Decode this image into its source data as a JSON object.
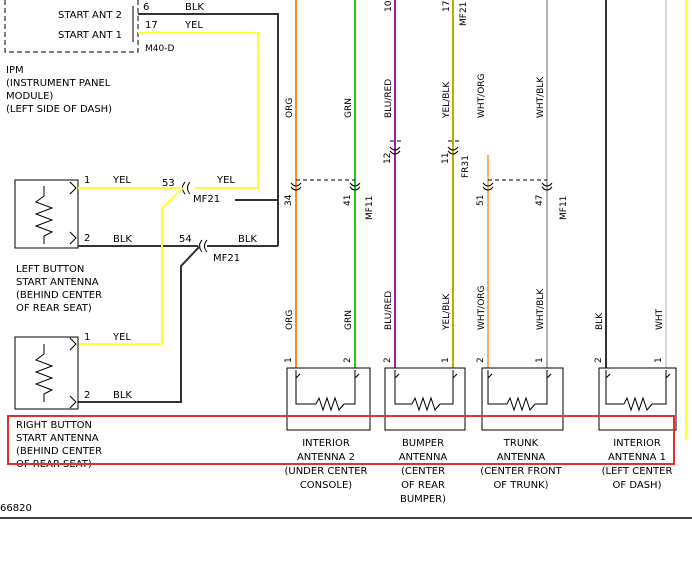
{
  "ipm": {
    "pins": [
      {
        "name": "START ANT 2",
        "num": "6",
        "wire": "BLK"
      },
      {
        "name": "START ANT 1",
        "num": "17",
        "wire": "YEL"
      }
    ],
    "connector": "M40-D",
    "title": [
      "IPM",
      "(INSTRUMENT PANEL",
      "MODULE)",
      "(LEFT SIDE OF DASH)"
    ]
  },
  "wires": {
    "left_pin1": "1",
    "left_pin1_color": "YEL",
    "left_pin2": "2",
    "left_pin2_color": "BLK",
    "mf21_53": "53",
    "mf21_53_color": "YEL",
    "mf21_54": "54",
    "mf21_54_color": "BLK",
    "mf21": "MF21",
    "right_pin1": "1",
    "right_pin1_color": "YEL",
    "right_pin2": "2",
    "right_pin2_color": "BLK"
  },
  "left_button": [
    "LEFT BUTTON",
    "START ANTENNA",
    "(BEHIND CENTER",
    "OF REAR SEAT)"
  ],
  "right_button": [
    "RIGHT BUTTON",
    "START ANTENNA",
    "(BEHIND CENTER",
    "OF REAR SEAT)"
  ],
  "vertical_wires": {
    "org_top": "ORG",
    "grn_top": "GRN",
    "blured_top": "BLU/RED",
    "yelblk_top": "YEL/BLK",
    "whtorg_top": "WHT/ORG",
    "whtblk_top": "WHT/BLK",
    "top_num_1": "10",
    "top_num_2": "17",
    "top_mf": "MF21",
    "c34": "34",
    "c41": "41",
    "c12": "12",
    "c11": "11",
    "c51": "51",
    "c47": "47",
    "mf11_a": "MF11",
    "fr31": "FR31",
    "mf11_b": "MF11",
    "org_bot": "ORG",
    "grn_bot": "GRN",
    "blured_bot": "BLU/RED",
    "yelblk_bot": "YEL/BLK",
    "whtorg_bot": "WHT/ORG",
    "whtblk_bot": "WHT/BLK",
    "blk_bot": "BLK",
    "wht_bot": "WHT",
    "pin1": "1",
    "pin2": "2"
  },
  "antennas": [
    {
      "lines": [
        "INTERIOR",
        "ANTENNA 2",
        "(UNDER CENTER",
        "CONSOLE)"
      ]
    },
    {
      "lines": [
        "BUMPER",
        "ANTENNA",
        "(CENTER",
        "OF REAR",
        "BUMPER)"
      ]
    },
    {
      "lines": [
        "TRUNK",
        "ANTENNA",
        "(CENTER FRONT",
        "OF TRUNK)"
      ]
    },
    {
      "lines": [
        "INTERIOR",
        "ANTENNA 1",
        "(LEFT CENTER",
        "OF DASH)"
      ]
    }
  ],
  "figure_id": "66820",
  "colors": {
    "yel": "#ffff33",
    "org": "#ff8c1a",
    "grn": "#22cc22",
    "blured": "#9b1f9b",
    "yelblk": "#b5b500",
    "whtorg": "#ffb060",
    "whtblk": "#b0b0b0",
    "blk": "#333333",
    "wht": "#d8d8d8",
    "highlight": "#e03030"
  }
}
